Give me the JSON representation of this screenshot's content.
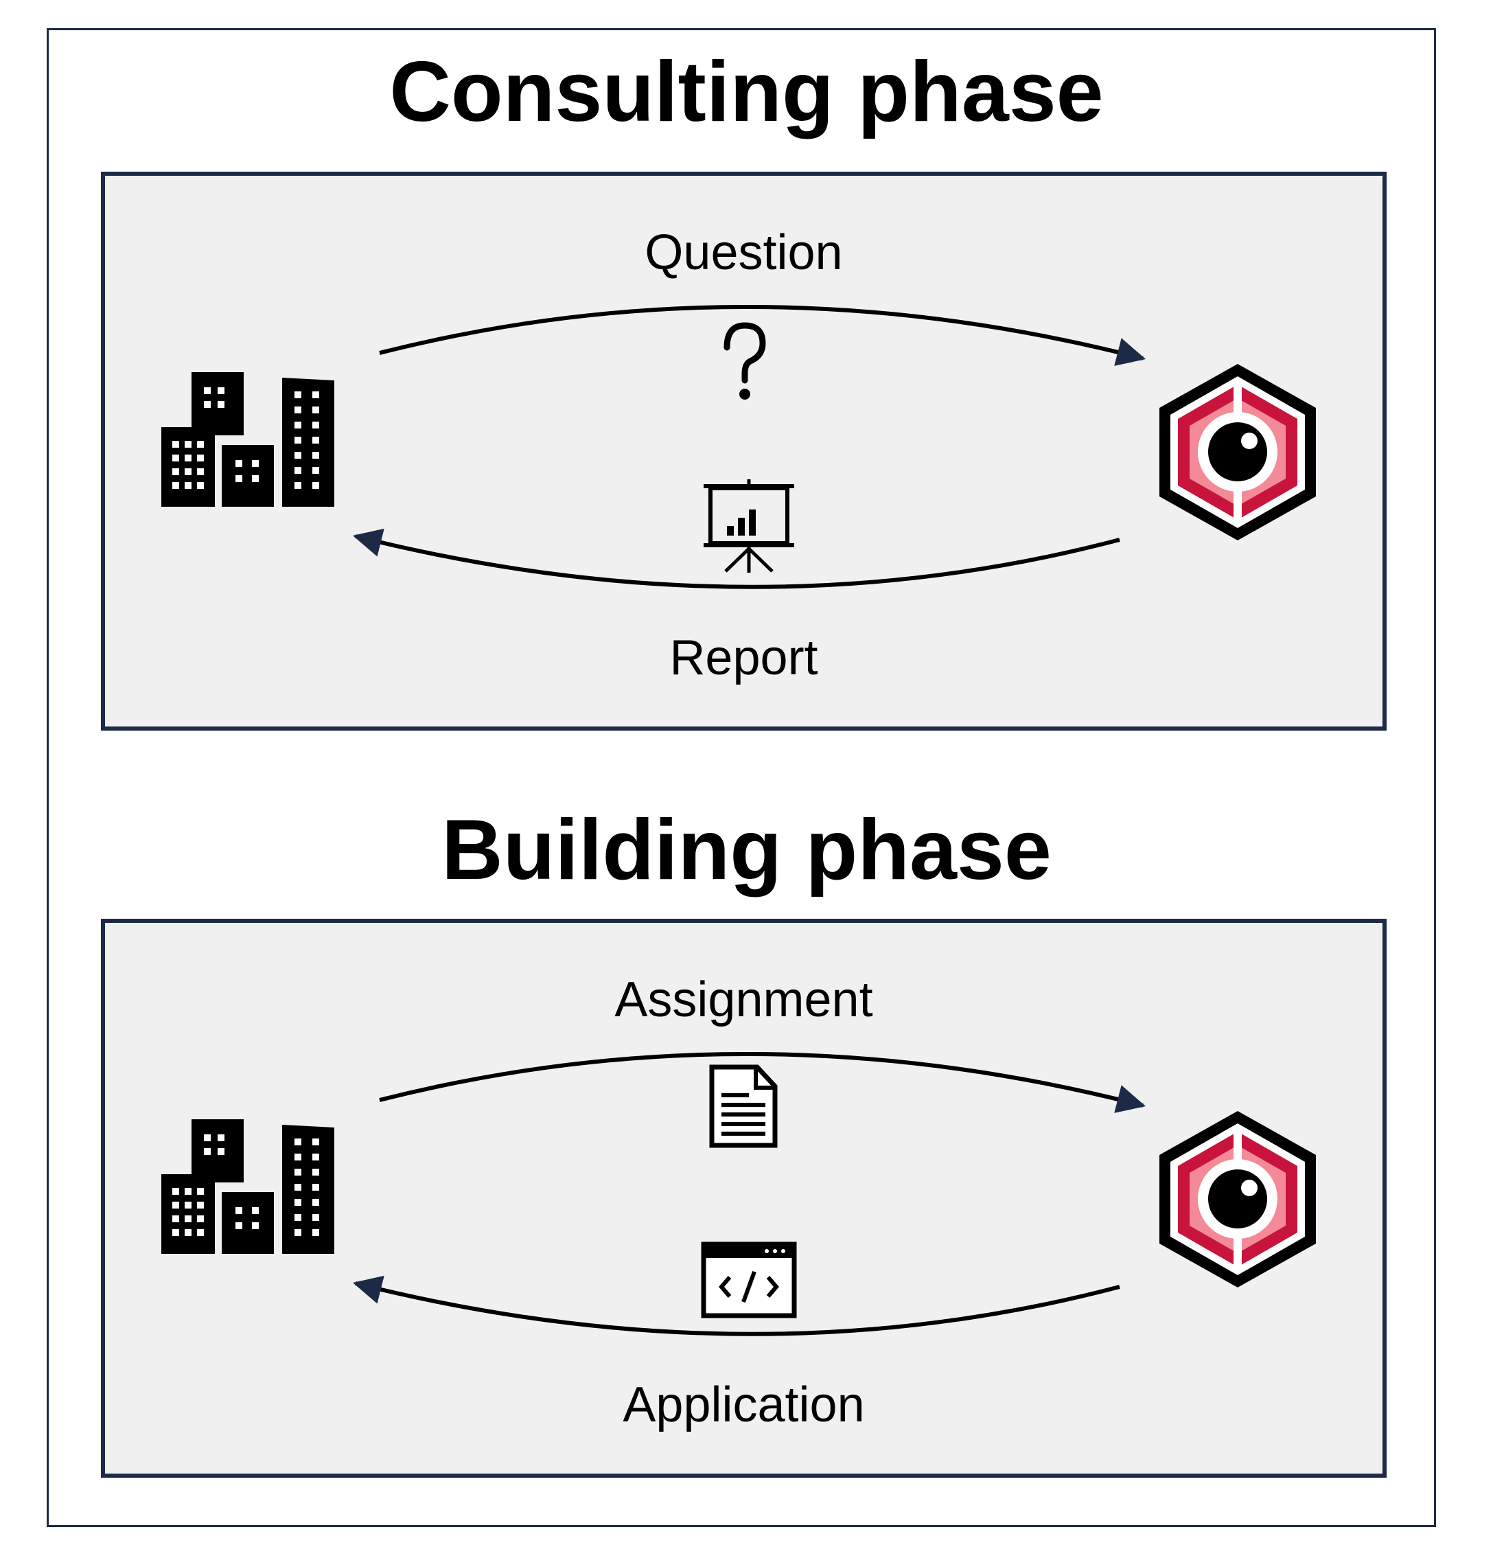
{
  "consulting": {
    "title": "Consulting phase",
    "top_label": "Question",
    "bottom_label": "Report",
    "top_icon": "question-mark-icon",
    "bottom_icon": "presentation-chart-icon"
  },
  "building": {
    "title": "Building phase",
    "top_label": "Assignment",
    "bottom_label": "Application",
    "top_icon": "document-icon",
    "bottom_icon": "code-window-icon"
  },
  "icons": {
    "left": "office-buildings-icon",
    "right": "hexagon-eye-logo-icon"
  },
  "colors": {
    "border": "#1c2a47",
    "panel_bg": "#f0f0f0",
    "logo_dark_red": "#c8143c",
    "logo_pink": "#f48a98",
    "arrow": "#000000"
  }
}
